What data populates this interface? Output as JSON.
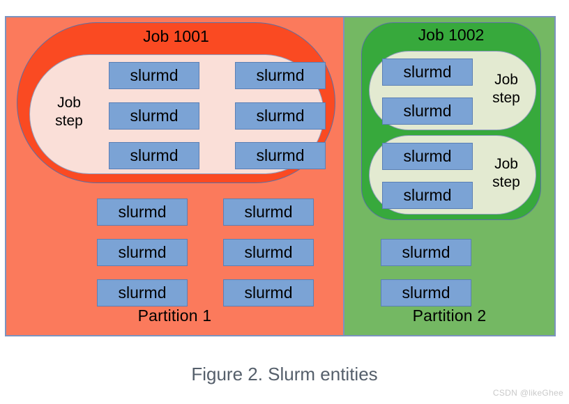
{
  "figure": {
    "caption": "Figure 2. Slurm entities",
    "watermark": "CSDN @likeGhee"
  },
  "partitions": [
    {
      "id": "partition-1",
      "label": "Partition 1",
      "color": "#fb7a5c",
      "job": {
        "id": "job-1001",
        "title": "Job 1001",
        "color": "#fa4a22",
        "steps": [
          {
            "id": "job-step-1",
            "label": "Job\nstep",
            "color": "#fadfd8",
            "nodes": [
              "slurmd",
              "slurmd",
              "slurmd",
              "slurmd",
              "slurmd",
              "slurmd"
            ]
          }
        ],
        "nodes_outside_steps": [
          "slurmd",
          "slurmd",
          "slurmd",
          "slurmd",
          "slurmd",
          "slurmd"
        ]
      }
    },
    {
      "id": "partition-2",
      "label": "Partition 2",
      "color": "#74b863",
      "job": {
        "id": "job-1002",
        "title": "Job 1002",
        "color": "#37a93c",
        "steps": [
          {
            "id": "job-step-2",
            "label": "Job\nstep",
            "color": "#e3ead1",
            "nodes": [
              "slurmd",
              "slurmd"
            ]
          },
          {
            "id": "job-step-3",
            "label": "Job\nstep",
            "color": "#e3ead1",
            "nodes": [
              "slurmd",
              "slurmd"
            ]
          }
        ],
        "nodes_outside_steps": [
          "slurmd",
          "slurmd"
        ]
      }
    }
  ],
  "node_box": {
    "label": "slurmd",
    "fill": "#7ba3d5",
    "stroke": "#5a7fb5"
  },
  "frame": {
    "border_color": "#7b93bf"
  }
}
